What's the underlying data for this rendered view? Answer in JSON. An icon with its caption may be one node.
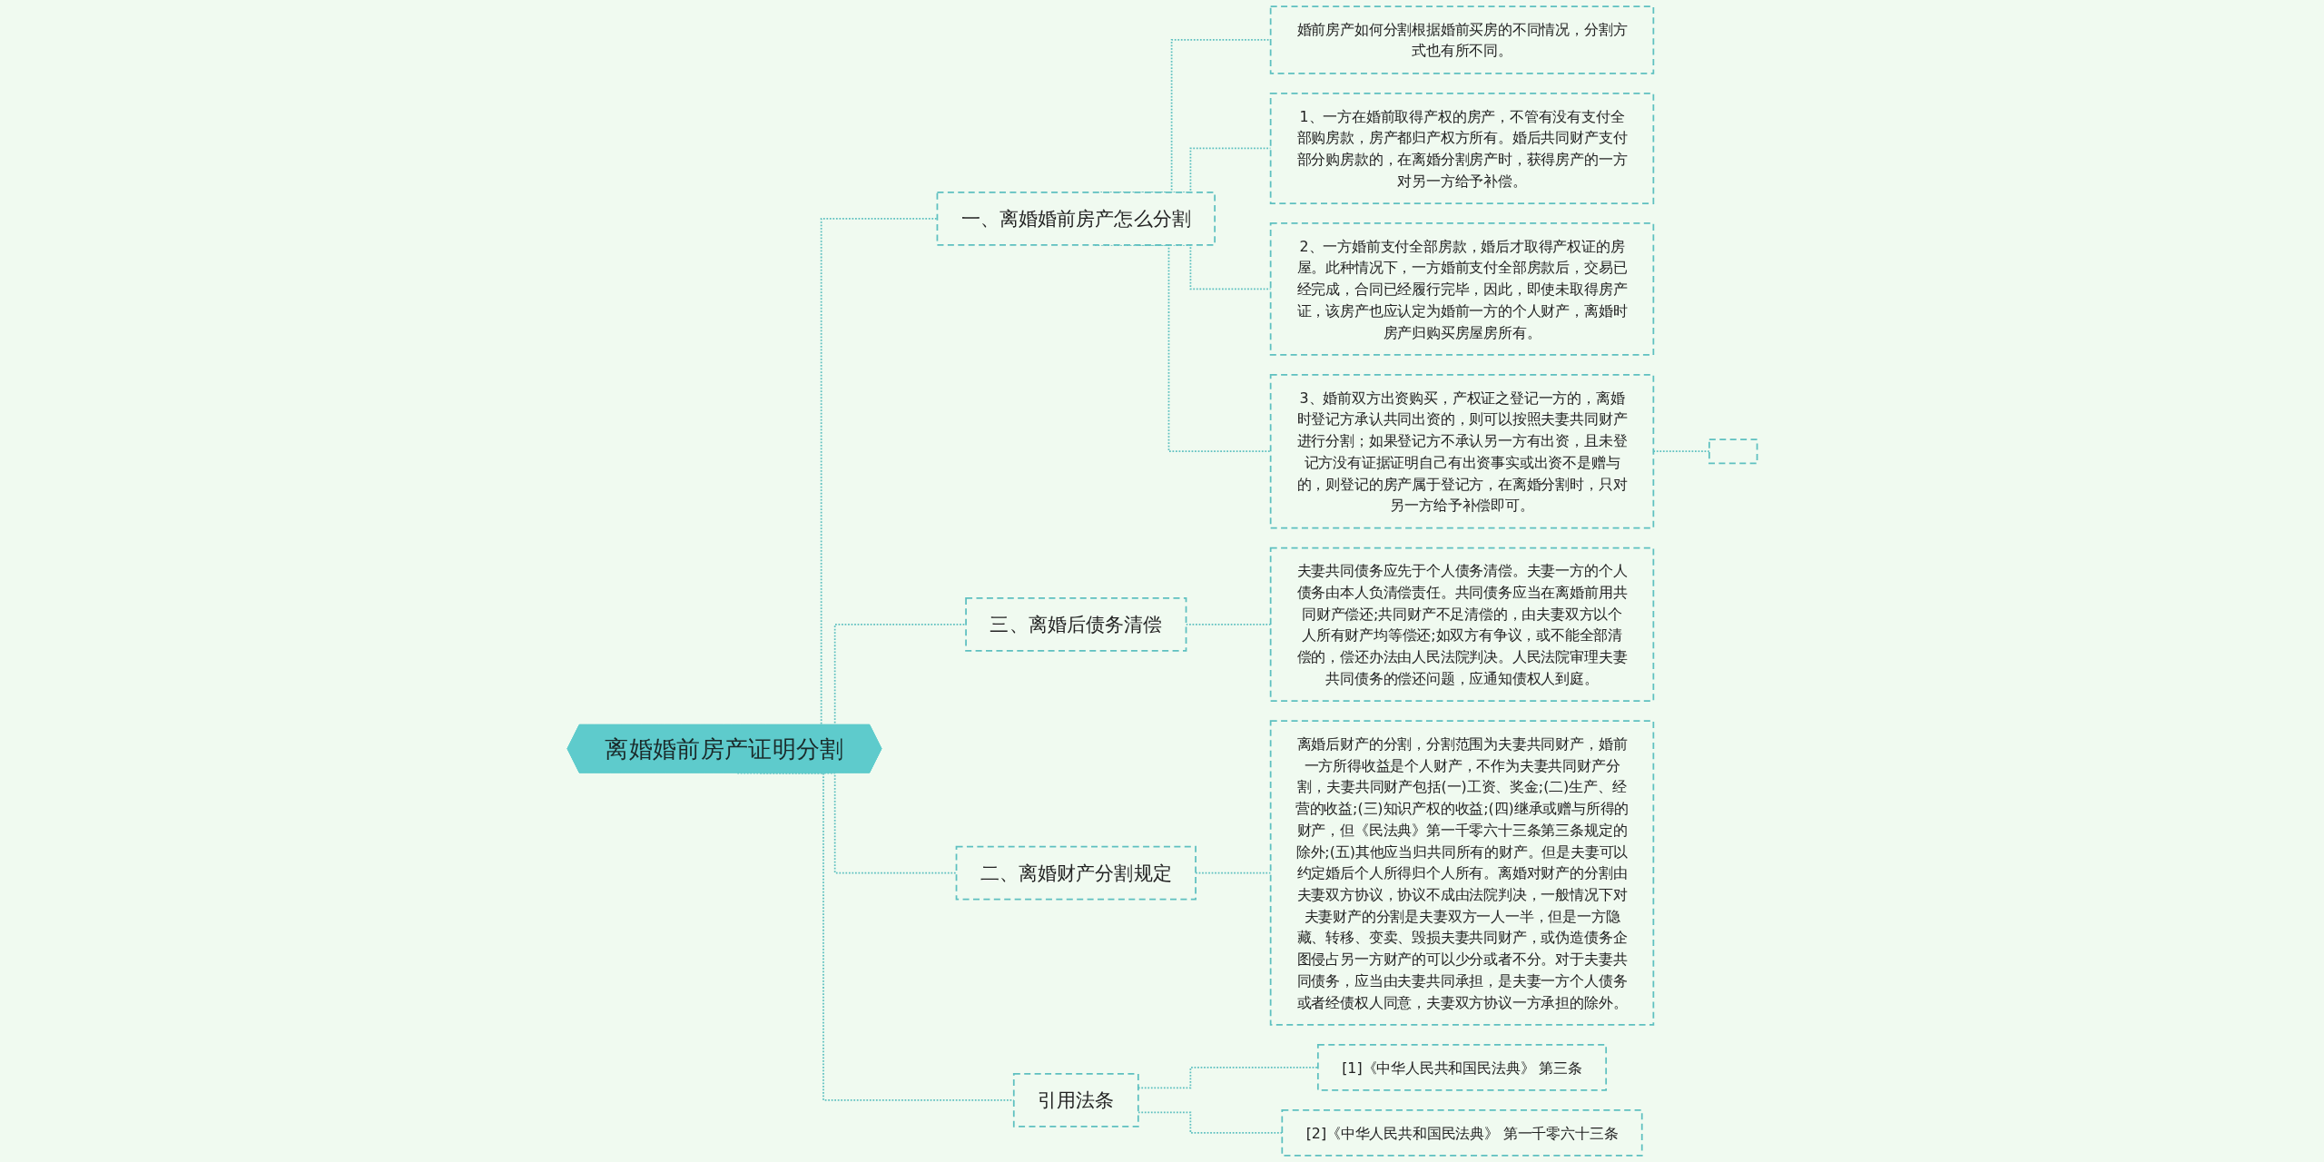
{
  "diagram": {
    "nodes": [
      {
        "text": [
          "离婚婚前房产证明分割"
        ]
      },
      {
        "text": [
          "一、离婚婚前房产怎么分割"
        ]
      },
      {
        "text": [
          "婚前房产如何分割根据婚前买房的不同情况，分割方式也有所不同。"
        ]
      },
      {
        "text": [
          "1、一方在婚前取得产权的房产，不管有没有支付全部购房款，房产都归产权方所有。婚后共同财产支付部分购房款的，在离婚分割房产时，获得房产的一方对另一方给予补偿。"
        ]
      },
      {
        "text": [
          "2、一方婚前支付全部房款，婚后才取得产权证的房屋。此种情况下，一方婚前支付全部房款后，交易已经完成，合同已经履行完毕，因此，即使未取得房产证，该房产也应认定为婚前一方的个人财产，离婚时房产归购买房屋房所有。"
        ]
      },
      {
        "text": [
          "3、婚前双方出资购买，产权证之登记一方的，离婚时登记方承认共同出资的，则可以按照夫妻共同财产进行分割；如果登记方不承认另一方有出资，且未登记方没有证据证明自己有出资事实或出资不是赠与的，则登记的房产属于登记方，在离婚分割时，只对另一方给予补偿即可。"
        ]
      },
      {
        "text": [],
        "shape": "box"
      },
      {
        "text": [
          "三、离婚后债务清偿"
        ]
      },
      {
        "text": [
          "夫妻共同债务应先于个人债务清偿。夫妻一方的个人债务由本人负清偿责任。共同债务应当在离婚前用共同财产偿还;共同财产不足清偿的，由夫妻双方以个人所有财产均等偿还;如双方有争议，或不能全部清偿的，偿还办法由人民法院判决。人民法院审理夫妻共同债务的偿还问题，应通知债权人到庭。"
        ]
      },
      {
        "text": [
          "二、离婚财产分割规定"
        ]
      },
      {
        "text": [
          "离婚后财产的分割，分割范围为夫妻共同财产，婚前一方所得收益是个人财产，不作为夫妻共同财产分割，夫妻共同财产包括(一)工资、奖金;(二)生产、经营的收益;(三)知识产权的收益;(四)继承或赠与所得的财产，但《民法典》第一千零六十三条第三条规定的除外;(五)其他应当归共同所有的财产。但是夫妻可以约定婚后个人所得归个人所有。离婚对财产的分割由夫妻双方协议，协议不成由法院判决，一般情况下对夫妻财产的分割是夫妻双方一人一半，但是一方隐藏、转移、变卖、毁损夫妻共同财产，或伪造债务企图侵占另一方财产的可以少分或者不分。对于夫妻共同债务，应当由夫妻共同承担，是夫妻一方个人债务或者经债权人同意，夫妻双方协议一方承担的除外。"
        ]
      },
      {
        "text": [
          "引用法条"
        ]
      },
      {
        "text": [
          "[1]《中华人民共和国民法典》 第三条"
        ]
      },
      {
        "text": [
          "[2]《中华人民共和国民法典》 第一千零六十三条"
        ]
      }
    ],
    "edges": [
      {
        "from": 0,
        "to": 1,
        "arrow": "none",
        "style": "dashed"
      },
      {
        "from": 1,
        "to": 2,
        "arrow": "none",
        "style": "dashed"
      },
      {
        "from": 1,
        "to": 3,
        "arrow": "none",
        "style": "dashed"
      },
      {
        "from": 1,
        "to": 4,
        "arrow": "none",
        "style": "dashed"
      },
      {
        "from": 1,
        "to": 5,
        "arrow": "none",
        "style": "dashed"
      },
      {
        "from": 5,
        "to": 6,
        "arrow": "none",
        "style": "dashed"
      },
      {
        "from": 0,
        "to": 7,
        "arrow": "none",
        "style": "dashed"
      },
      {
        "from": 7,
        "to": 8,
        "arrow": "none",
        "style": "dashed"
      },
      {
        "from": 0,
        "to": 9,
        "arrow": "none",
        "style": "dashed"
      },
      {
        "from": 9,
        "to": 10,
        "arrow": "none",
        "style": "dashed"
      },
      {
        "from": 0,
        "to": 11,
        "arrow": "none",
        "style": "dashed"
      },
      {
        "from": 11,
        "to": 12,
        "arrow": "none",
        "style": "dashed"
      },
      {
        "from": 11,
        "to": 13,
        "arrow": "none",
        "style": "dashed"
      }
    ]
  }
}
